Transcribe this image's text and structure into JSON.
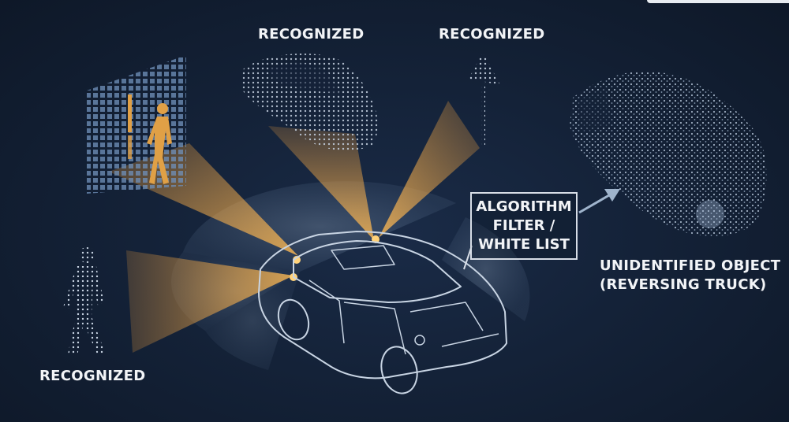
{
  "labels": {
    "car_top": "RECOGNIZED",
    "sign_top": "RECOGNIZED",
    "pedestrian_left": "RECOGNIZED",
    "object_line1": "UNIDENTIFIED OBJECT",
    "object_line2": "(REVERSING TRUCK)"
  },
  "filter_box": {
    "line1": "ALGORITHM",
    "line2": "FILTER /",
    "line3": "WHITE LIST"
  },
  "colors": {
    "background": "#142238",
    "beam": "#f0a645",
    "wireframe": "#c8d4e3",
    "sensor_zone": "#7f97b3",
    "text": "#f2f4f7"
  },
  "icons": [
    "sensor-car-icon",
    "pedestrian-icon",
    "parked-car-icon",
    "road-sign-icon",
    "truck-icon",
    "arrow-icon"
  ]
}
